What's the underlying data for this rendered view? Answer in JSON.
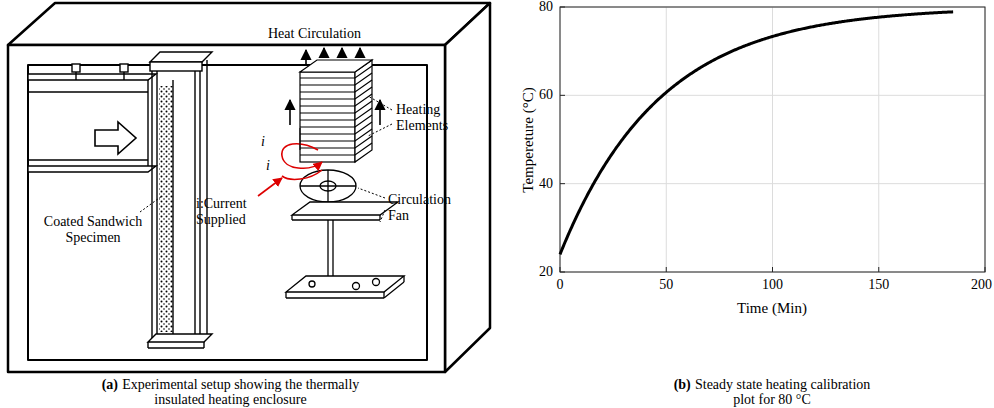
{
  "diagram": {
    "labels": [
      "Heat Circulation",
      "Heating Elements",
      "i",
      "i",
      "i:Current Supplied",
      "Circulation Fan",
      "Coated Sandwich Specimen",
      "(a)",
      "Experimental setup showing the thermally insulated heating enclosure",
      "(b)",
      "Steady state heating calibration plot for 80 °C",
      "Tempereture (°C)",
      "Time (Min)",
      "20",
      "40",
      "60",
      "80",
      "0",
      "50",
      "100",
      "150",
      "200"
    ]
  }
}
